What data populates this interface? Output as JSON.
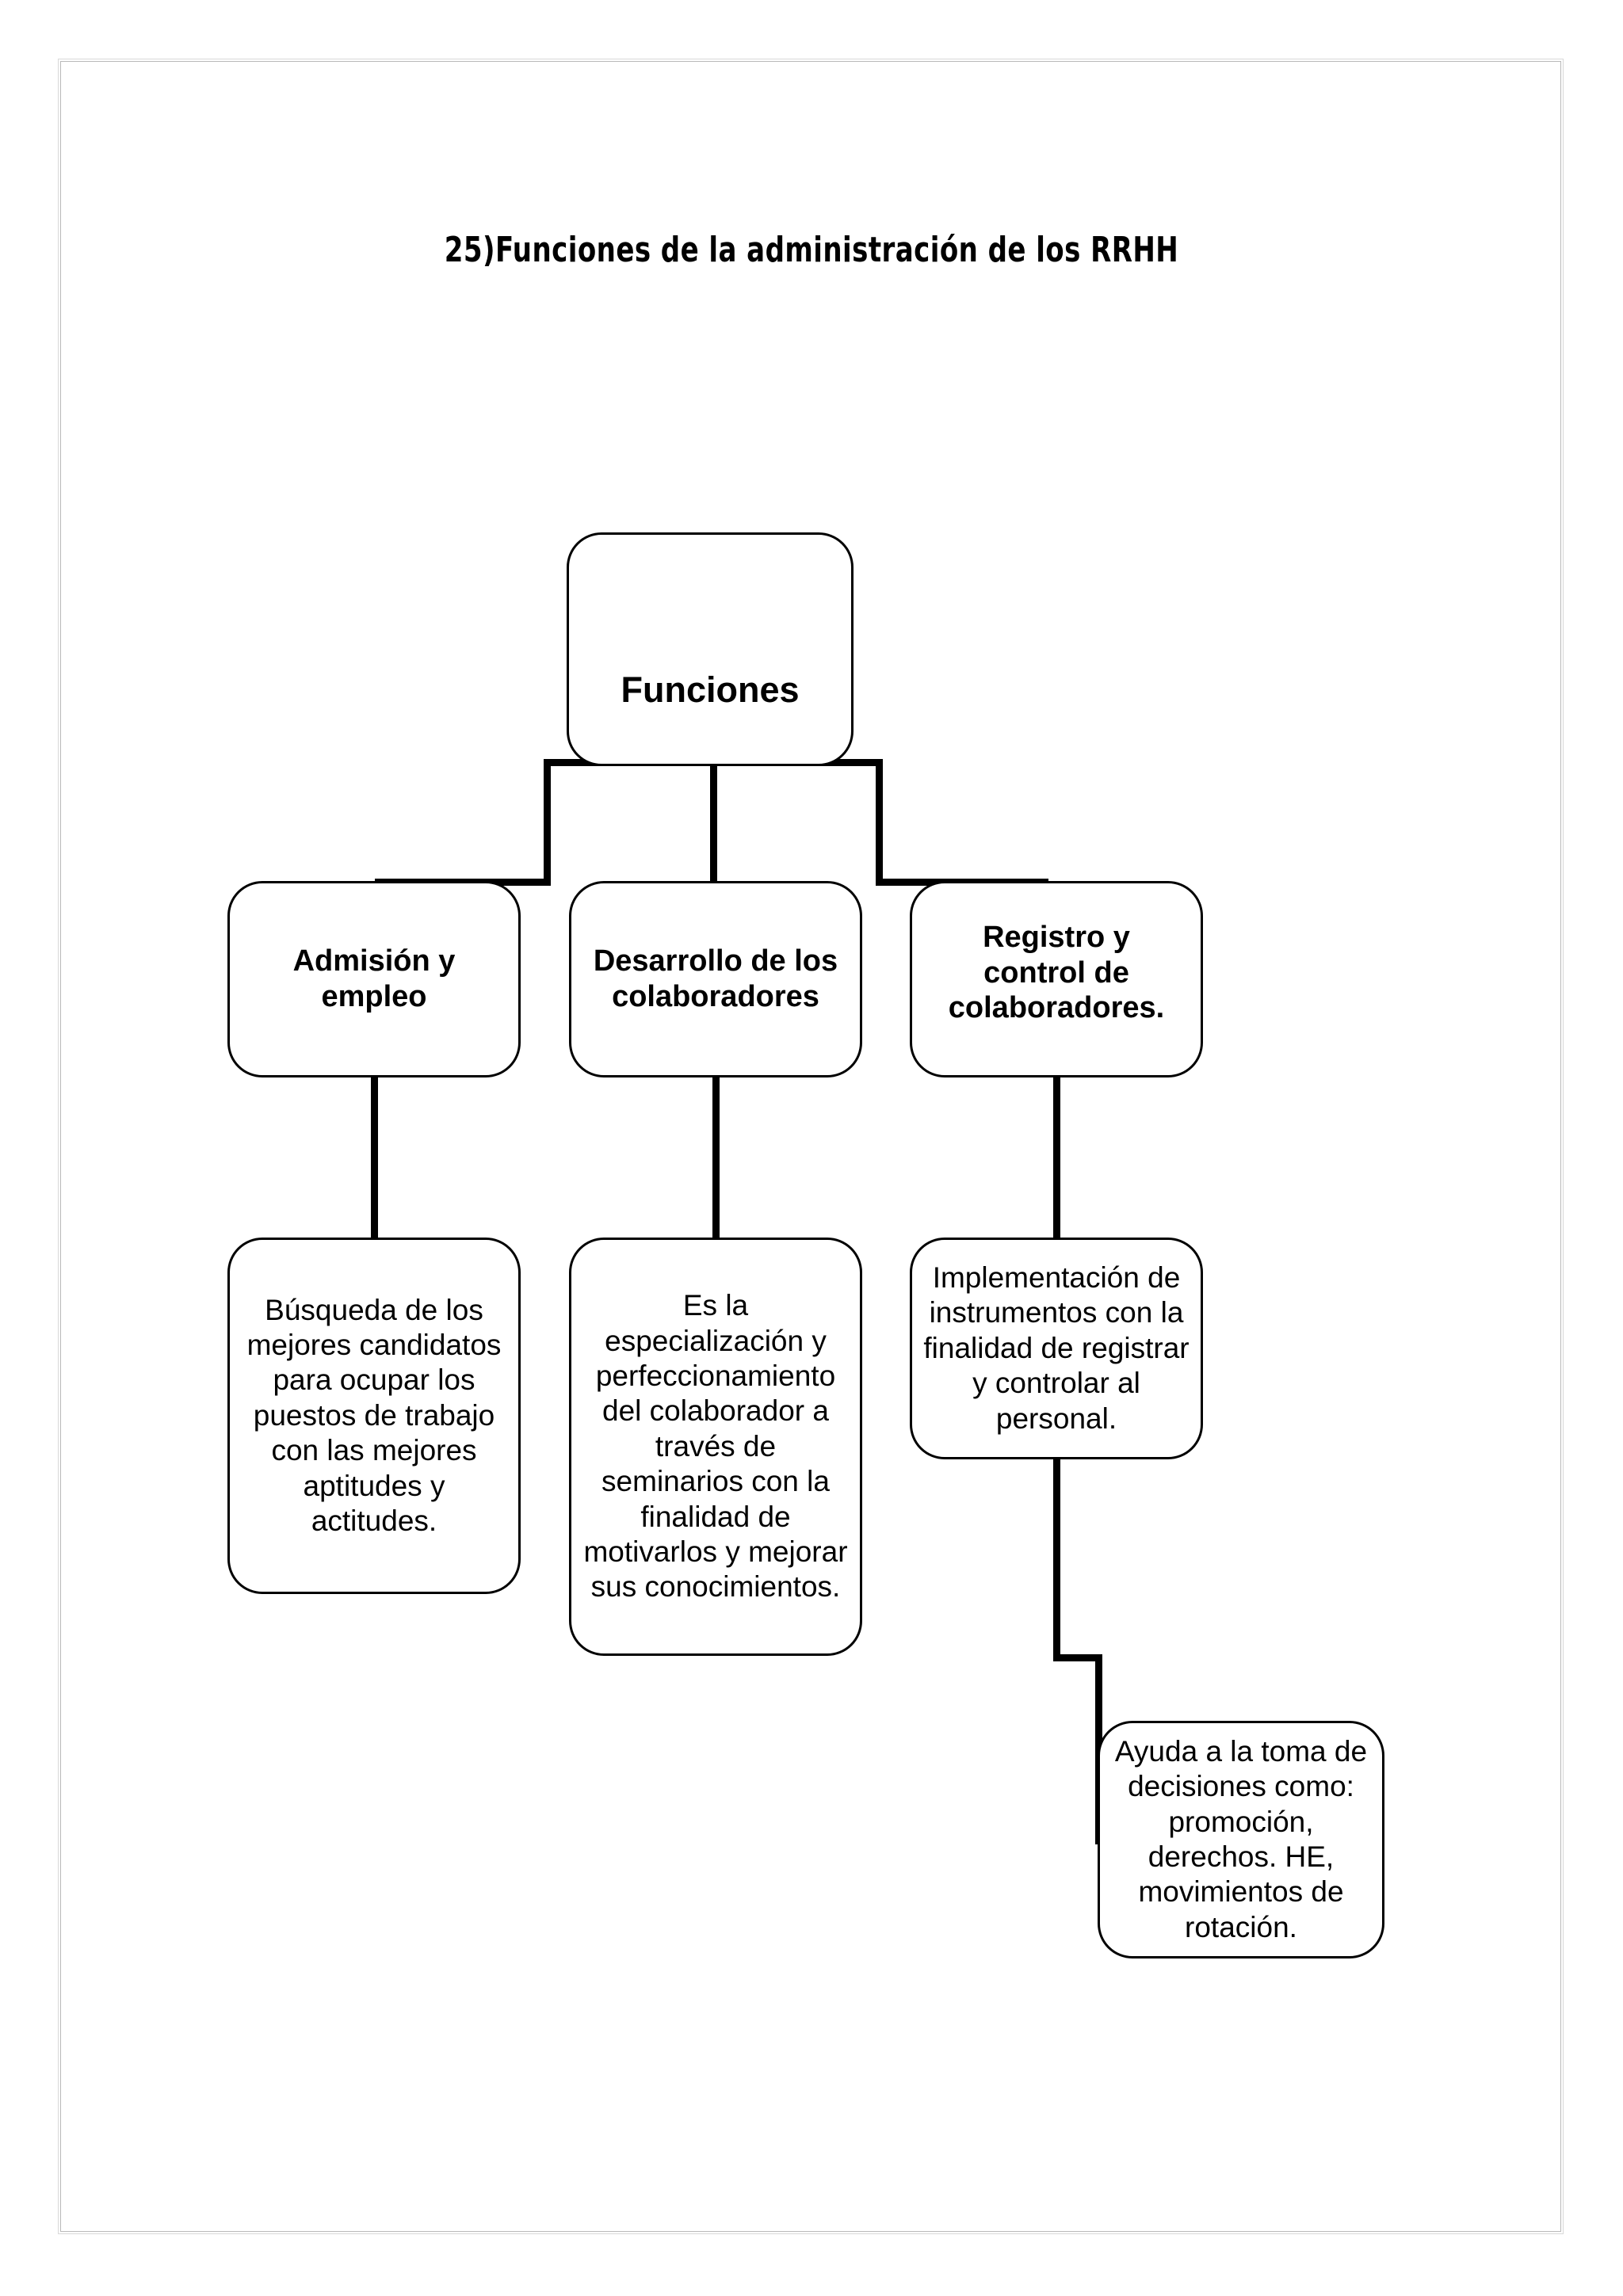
{
  "page": {
    "title_text": "25)Funciones de la administración de los RRHH",
    "background": "#ffffff",
    "frame_color": "#b9b9b9",
    "ink_color": "#000000"
  },
  "diagram": {
    "type": "tree",
    "root": {
      "id": "funciones",
      "label": "Funciones"
    },
    "branches": [
      {
        "id": "admision",
        "label": "Admisión y\nempleo",
        "detail": {
          "id": "busqueda",
          "label": "Búsqueda de los mejores candidatos para ocupar los puestos de trabajo con las mejores aptitudes y actitudes."
        }
      },
      {
        "id": "desarrollo",
        "label": "Desarrollo de los\ncolaboradores",
        "detail": {
          "id": "especializacion",
          "label": "Es la especialización y perfeccionamiento del colaborador a través de seminarios con la finalidad de motivarlos y mejorar sus conocimientos."
        }
      },
      {
        "id": "registro",
        "label": "Registro y\ncontrol de\ncolaboradores.",
        "detail": {
          "id": "implementacion",
          "label": "Implementación de instrumentos con la finalidad de registrar y controlar al personal."
        },
        "sub_detail": {
          "id": "ayuda",
          "label": "Ayuda a la toma de decisiones como: promoción, derechos. HE, movimientos de rotación."
        }
      }
    ]
  }
}
